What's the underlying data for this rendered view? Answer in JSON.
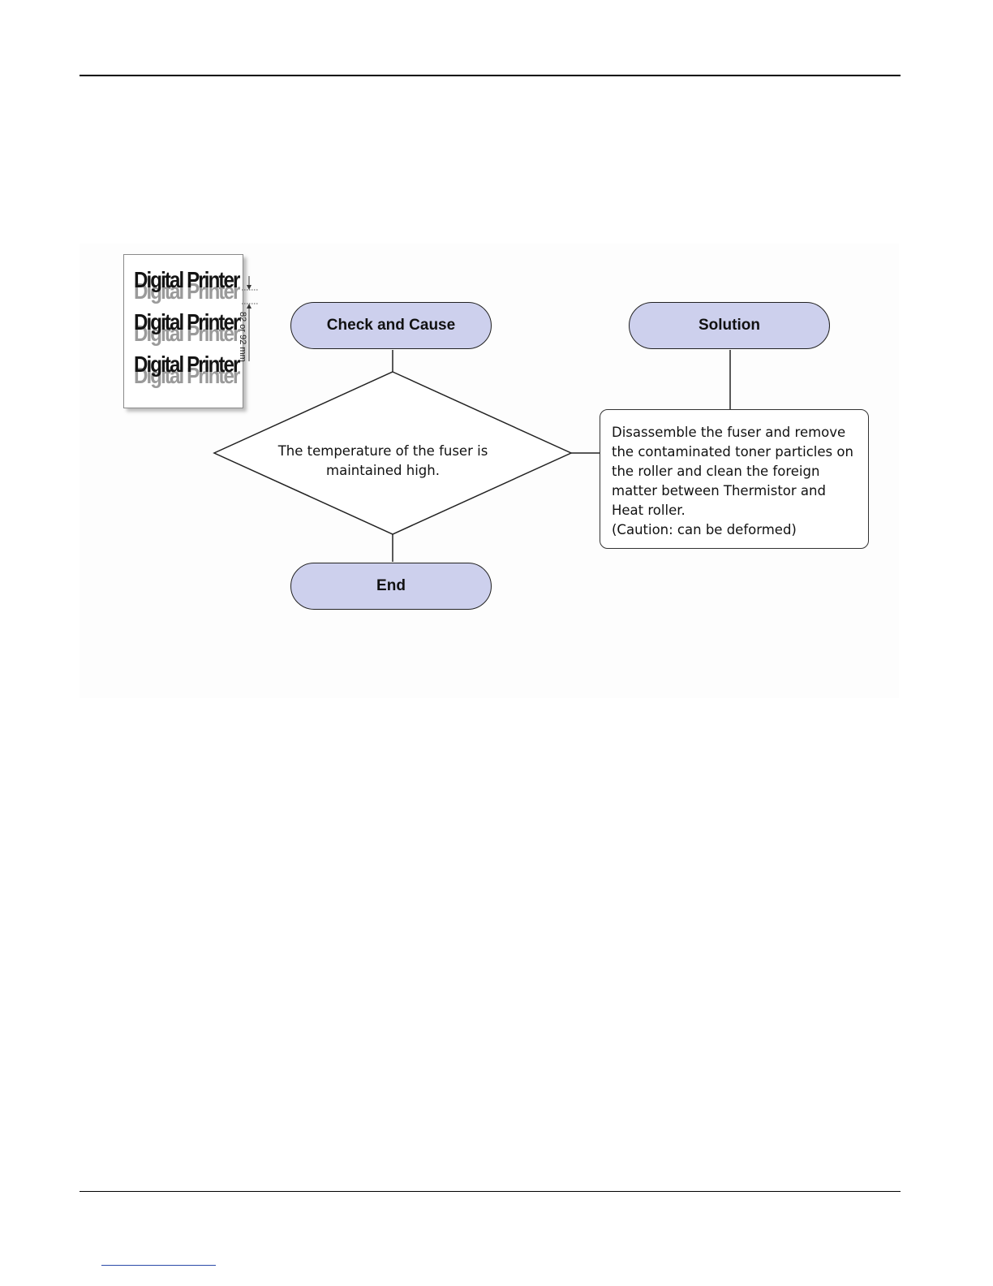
{
  "sample": {
    "lines": [
      "Digital Printer",
      "Digital Printer",
      "Digital Printer"
    ],
    "ghost_lines": [
      "Digital Printer",
      "Digital Printer",
      "Digital Printer"
    ],
    "interval_label": "82 or 92 mm"
  },
  "flow": {
    "start_label": "Check and Cause",
    "solution_label": "Solution",
    "end_label": "End",
    "decision_lines": [
      "The temperature of the fuser is",
      "maintained high."
    ],
    "solution_lines": [
      "Disassemble the fuser and remove",
      "the contaminated toner particles on",
      "the roller and clean the foreign",
      "matter between Thermistor and",
      "Heat roller.",
      "(Caution: can be deformed)"
    ],
    "terminal_fill": "#cdd0ed"
  }
}
